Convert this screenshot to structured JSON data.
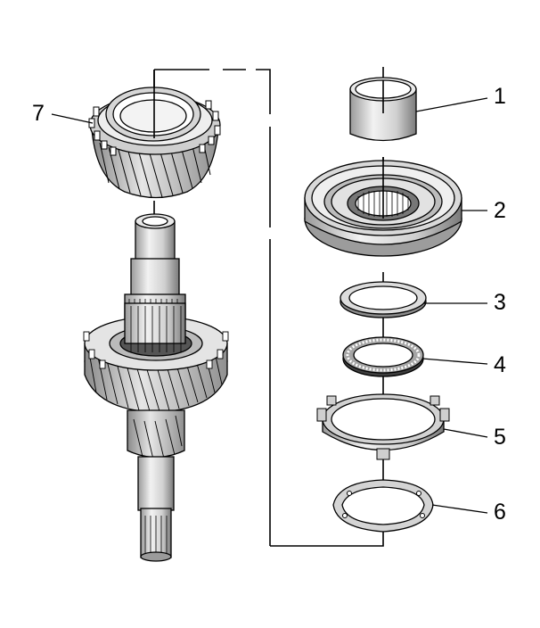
{
  "diagram": {
    "callouts": [
      {
        "id": "1",
        "label": "1"
      },
      {
        "id": "2",
        "label": "2"
      },
      {
        "id": "3",
        "label": "3"
      },
      {
        "id": "4",
        "label": "4"
      },
      {
        "id": "5",
        "label": "5"
      },
      {
        "id": "6",
        "label": "6"
      },
      {
        "id": "7",
        "label": "7"
      }
    ]
  },
  "colors": {
    "ink": "#000000",
    "paper": "#ffffff",
    "metal_light": "#f4f4f4",
    "metal_mid": "#d9d9d9",
    "metal_dark": "#a8a8a8",
    "metal_shadow": "#6e6e6e"
  }
}
